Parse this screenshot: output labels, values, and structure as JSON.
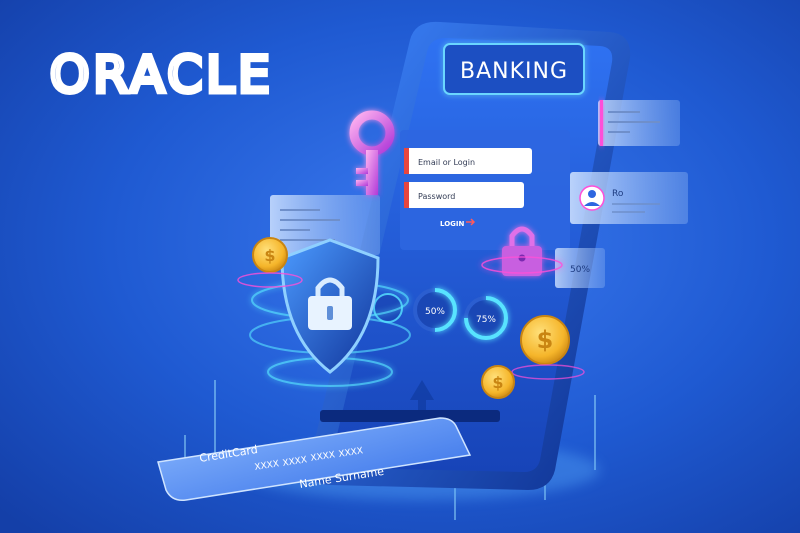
{
  "brand": {
    "logo_text": "ORACLE"
  },
  "phone": {
    "screen_title": "BANKING",
    "login": {
      "email_placeholder": "Email or Login",
      "password_placeholder": "Password",
      "button_label": "LOGIN"
    },
    "progress": [
      {
        "label": "50%",
        "value": 0.5
      },
      {
        "label": "75%",
        "value": 0.75
      }
    ]
  },
  "profile_card": {
    "name_short": "Ro"
  },
  "side_badge": {
    "label": "50%",
    "value": 0.5
  },
  "credit_card": {
    "type_label": "CreditCard",
    "number_groups": [
      "XXXX",
      "XXXX",
      "XXXX",
      "XXXX"
    ],
    "holder_name": "Name Surname"
  },
  "colors": {
    "background": "#1a52c4",
    "phone_body": "#0f3aa0",
    "accent_pink": "#ff4fd8",
    "accent_cyan": "#58e3ff",
    "accent_red": "#e8463f",
    "coin_gold": "#f5b52a"
  },
  "icons": [
    "key-icon",
    "padlock-icon",
    "shield-lock-icon",
    "dollar-coin-icon",
    "user-avatar-icon",
    "arrow-up-icon"
  ]
}
